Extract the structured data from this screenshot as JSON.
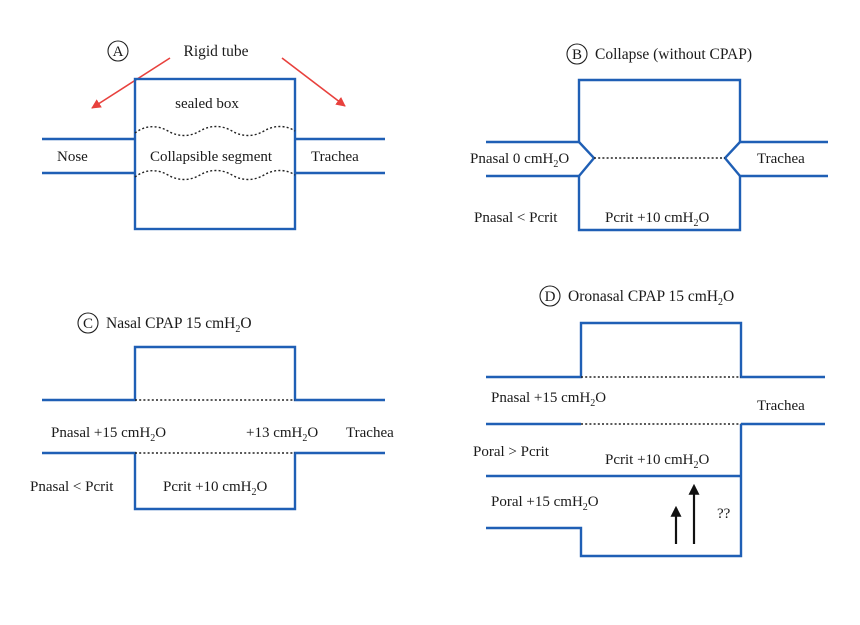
{
  "colors": {
    "wall": "#1f5fb5",
    "annotation_arrow": "#e8413d",
    "text": "#1a1a1a"
  },
  "panel_a": {
    "letter": "A",
    "rigid_tube": "Rigid tube",
    "sealed_box": "sealed box",
    "nose": "Nose",
    "collapsible_segment": "Collapsible segment",
    "trachea": "Trachea"
  },
  "panel_b": {
    "letter": "B",
    "title": "Collapse (without CPAP)",
    "pnasal_main": "Pnasal 0 cmH",
    "sub2": "2",
    "o": "O",
    "trachea": "Trachea",
    "pnasal_lt_pcrit": "Pnasal < Pcrit",
    "pcrit_main": "Pcrit +10 cmH"
  },
  "panel_c": {
    "letter": "C",
    "title_main": "Nasal CPAP 15 cmH",
    "sub2": "2",
    "o": "O",
    "pnasal_main": "Pnasal +15 cmH",
    "p13_main": "+13 cmH",
    "trachea": "Trachea",
    "pnasal_lt_pcrit": "Pnasal < Pcrit",
    "pcrit_main": "Pcrit +10 cmH"
  },
  "panel_d": {
    "letter": "D",
    "title_main": "Oronasal CPAP 15 cmH",
    "sub2": "2",
    "o": "O",
    "pnasal_main": "Pnasal +15 cmH",
    "trachea": "Trachea",
    "poral_gt_pcrit": "Poral  > Pcrit",
    "pcrit_main": "Pcrit +10 cmH",
    "poral_main": "Poral +15 cmH",
    "question": "??"
  }
}
